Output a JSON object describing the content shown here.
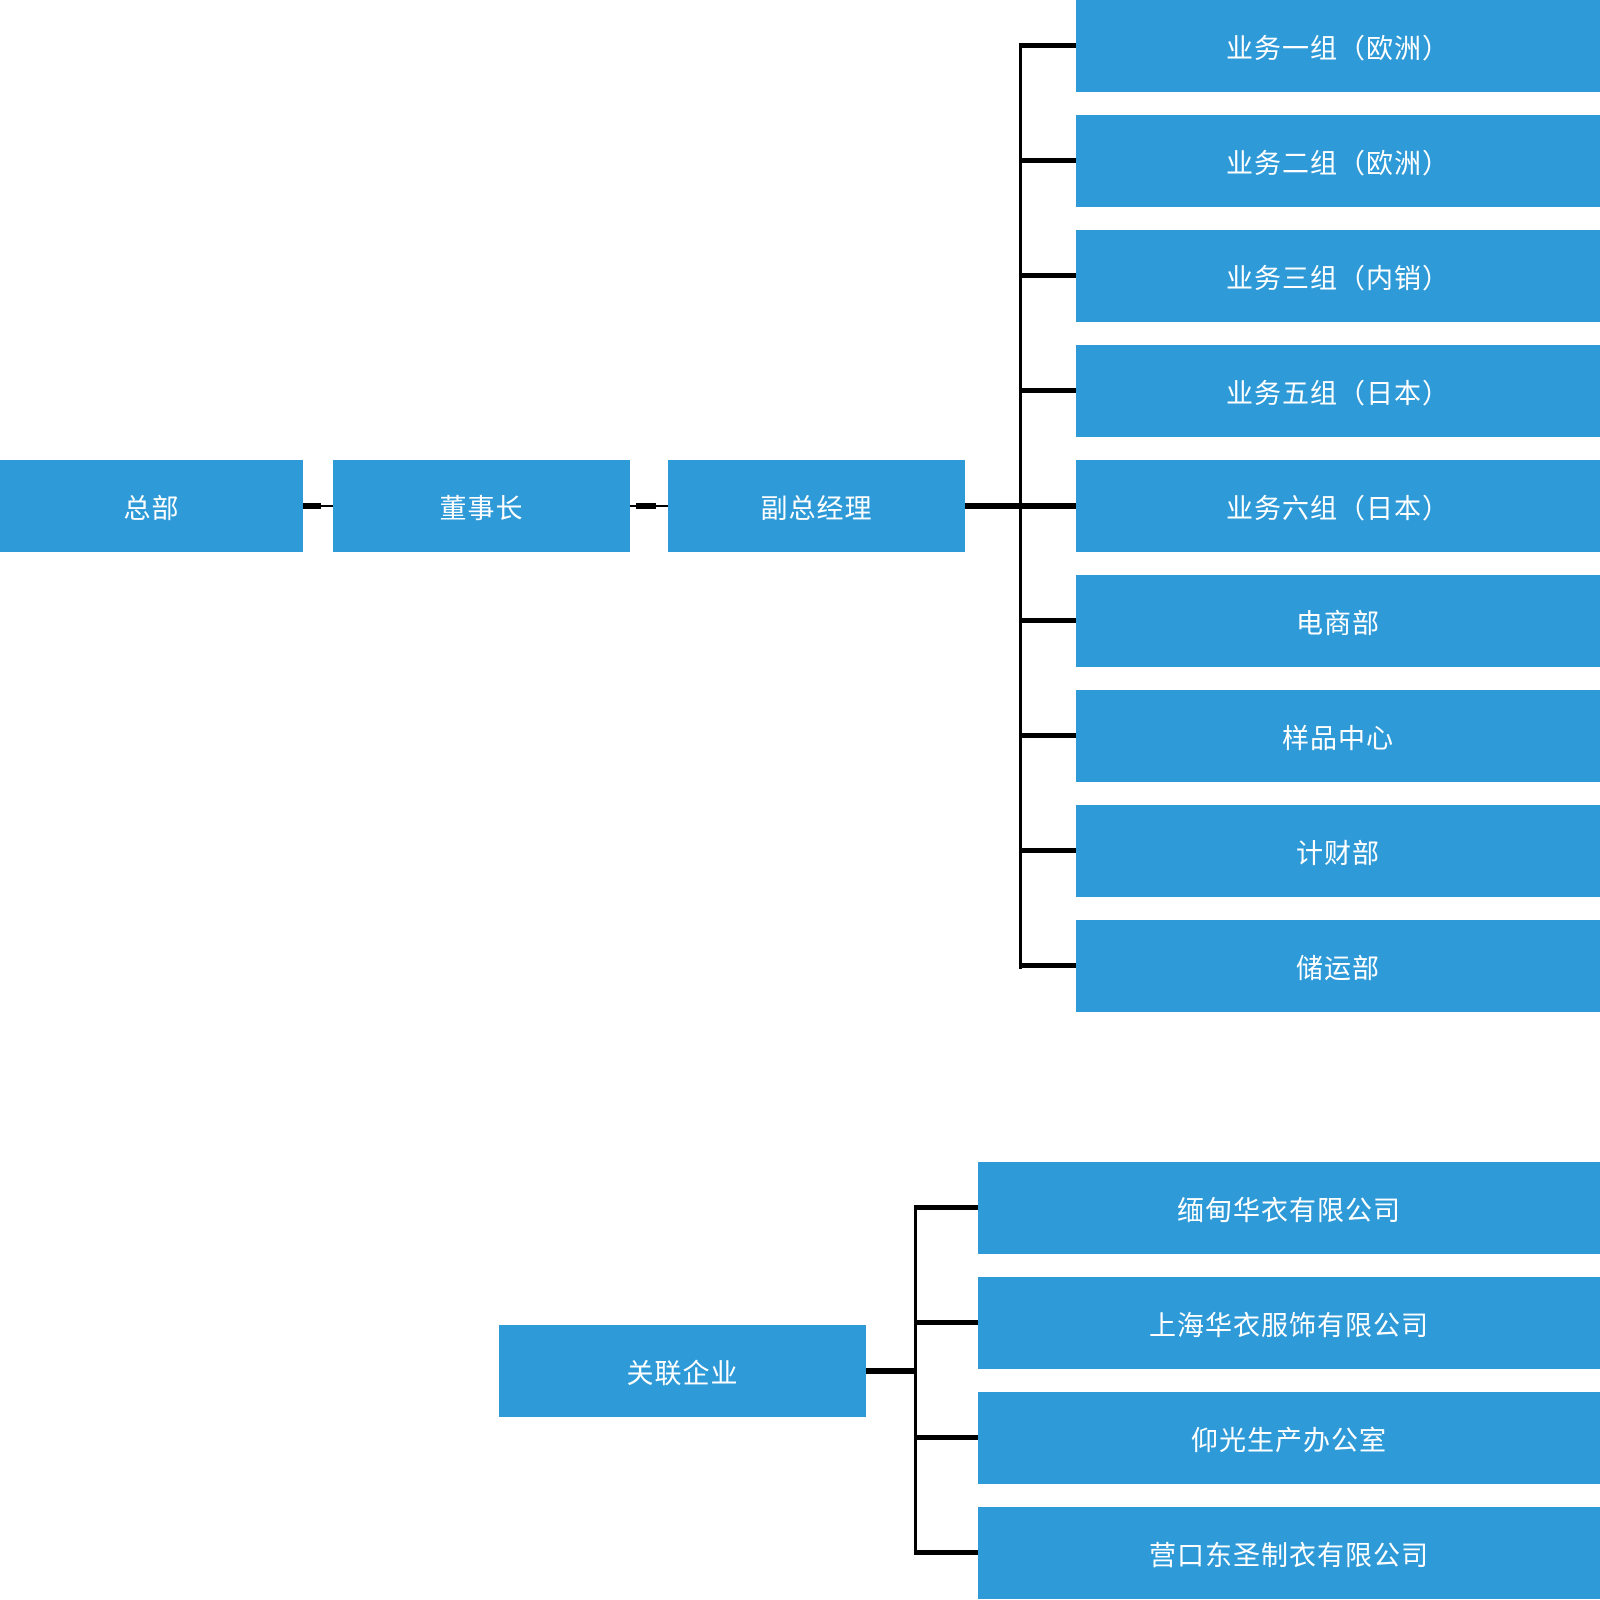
{
  "diagram": {
    "type": "org-chart",
    "colors": {
      "box_fill": "#2E9AD8",
      "box_text": "#FFFFFF",
      "connector": "#000000",
      "background": "#FFFFFF"
    },
    "main_chain": {
      "headquarters": "总部",
      "chairman": "董事长",
      "deputy_general_manager": "副总经理"
    },
    "departments": [
      {
        "label": "业务一组（欧洲）"
      },
      {
        "label": "业务二组（欧洲）"
      },
      {
        "label": "业务三组（内销）"
      },
      {
        "label": "业务五组（日本）"
      },
      {
        "label": "业务六组（日本）"
      },
      {
        "label": "电商部"
      },
      {
        "label": "样品中心"
      },
      {
        "label": "计财部"
      },
      {
        "label": "储运部"
      }
    ],
    "affiliates_group": {
      "parent_label": "关联企业",
      "companies": [
        {
          "label": "缅甸华衣有限公司"
        },
        {
          "label": "上海华衣服饰有限公司"
        },
        {
          "label": "仰光生产办公室"
        },
        {
          "label": "营口东圣制衣有限公司"
        }
      ]
    }
  }
}
